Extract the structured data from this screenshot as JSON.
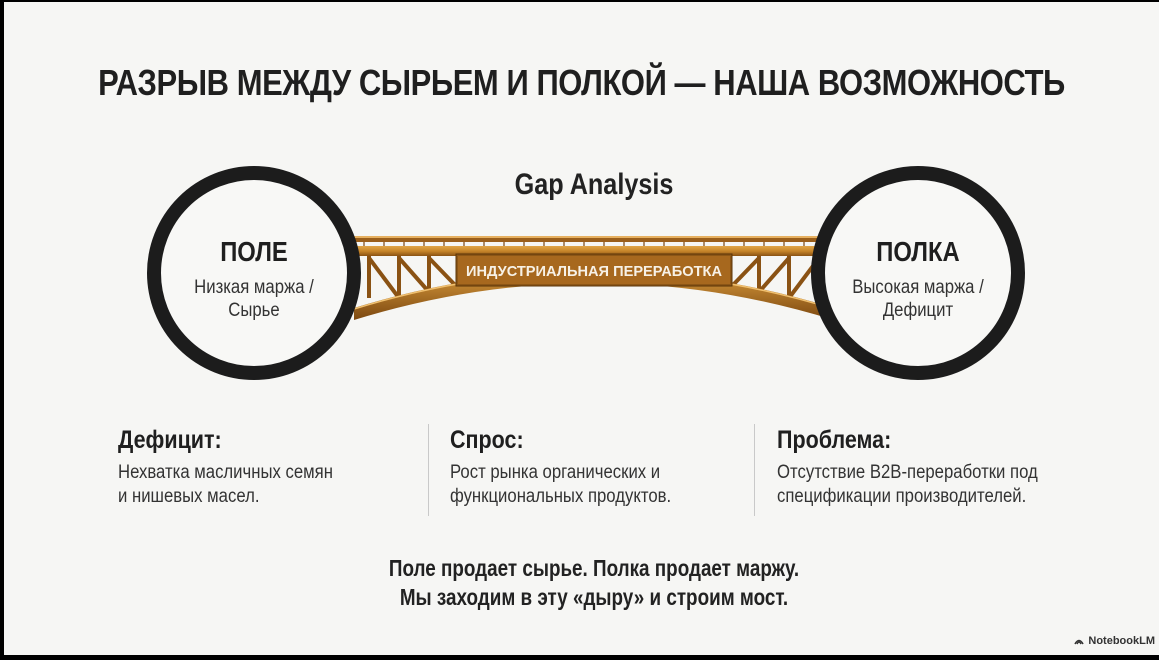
{
  "slide": {
    "title": "РАЗРЫВ МЕЖДУ СЫРЬЕМ И ПОЛКОЙ — НАША ВОЗМОЖНОСТЬ",
    "subtitle": "Gap Analysis",
    "left_circle": {
      "title": "ПОЛЕ",
      "line1": "Низкая маржа /",
      "line2": "Сырье"
    },
    "right_circle": {
      "title": "ПОЛКА",
      "line1": "Высокая маржа /",
      "line2": "Дефицит"
    },
    "bridge_label": "ИНДУСТРИАЛЬНАЯ ПЕРЕРАБОТКА",
    "columns": [
      {
        "heading": "Дефицит:",
        "line1": "Нехватка масличных семян",
        "line2": "и нишевых масел."
      },
      {
        "heading": "Спрос:",
        "line1": "Рост рынка органических и",
        "line2": "функциональных продуктов."
      },
      {
        "heading": "Проблема:",
        "line1": "Отсутствие B2B-переработки под",
        "line2": "спецификации производителей."
      }
    ],
    "bottom_line1": "Поле продает сырье. Полка продает маржу.",
    "bottom_line2": "Мы заходим в эту «дыру» и строим мост.",
    "brand": "NotebookLM"
  },
  "colors": {
    "background": "#f6f6f4",
    "circle_border": "#1c1c1c",
    "bridge_orange": "#c8862a",
    "bridge_dark": "#8a5214"
  }
}
